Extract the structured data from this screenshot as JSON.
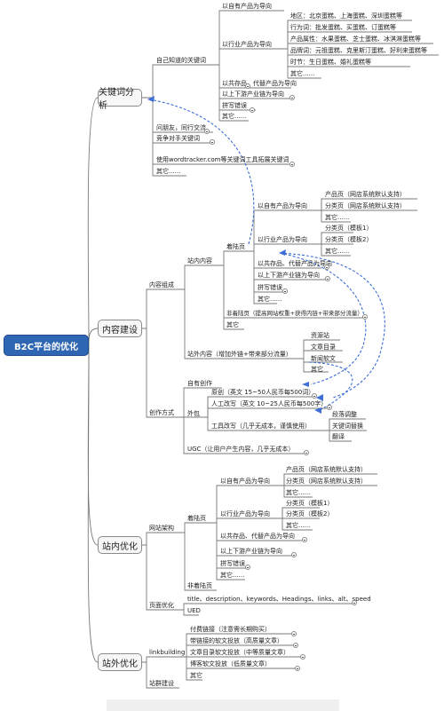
{
  "root": "B2C平台的优化",
  "level1": {
    "keyword_analysis": "关键词分析",
    "content_build": "内容建设",
    "onsite": "站内优化",
    "offsite": "站外优化"
  },
  "kw": {
    "known": "自己知道的关键词",
    "own_product": "以自有产品为导向",
    "industry_product": "以行业产品为导向",
    "region": "地区：北京蛋糕、上海蛋糕、深圳蛋糕等",
    "industry_word": "行为词：批发蛋糕、买蛋糕、订蛋糕等",
    "attribute": "产品属性：水果蛋糕、芝士蛋糕、冰淇淋蛋糕等",
    "brand": "品牌词：元祖蛋糕、克里斯汀蛋糕、好利来蛋糕等",
    "time": "时节：生日蛋糕、婚礼蛋糕等",
    "other": "其它......",
    "coexist": "以共存品、代替产品为导向",
    "chain": "以上下游产业链为导向",
    "typo": "拼写错误",
    "other2": "其它......",
    "ask": "问朋友，同行交流",
    "competitor": "竞争对手关键词",
    "tool": "使用wordtracker.com等关键词工具拓展关键词",
    "other3": "其它......"
  },
  "cb": {
    "content_group": "内容组成",
    "onsite_content": "站内内容",
    "landing": "着陆页",
    "own": "以自有产品为导向",
    "product_page": "产品页（网店系统默认支持）",
    "category_page": "分类页（网店系统默认支持）",
    "other": "其它......",
    "industry": "以行业产品为导向",
    "cat_tpl1": "分类页（模板1）",
    "cat_tpl2": "分类页（模板2）",
    "other_b": "其它......",
    "coexist": "以共存品、代替产品为导向",
    "chain": "以上下游产业链为导向",
    "typo": "拼写错误",
    "other_c": "其它......",
    "non_landing": "非着陆页（提高网站权重+获得内链+带来部分流量）",
    "other_d": "其它",
    "offsite_content": "站外内容（增加外链+带来部分流量）",
    "resource": "资源站",
    "article_dir": "文章目录",
    "news": "新闻软文",
    "other_e": "其它",
    "creation": "创作方式",
    "self": "自有创作",
    "outsource": "外包",
    "original": "原创（英文 15~50人民币每500词）",
    "manual": "人工改写（英文 10~25人民币每500字）",
    "tool_rewrite": "工具改写（几乎无成本，谨慎使用）",
    "para_adjust": "段落调整",
    "kw_replace": "关键词替换",
    "translate": "翻译",
    "ugc": "UGC（让用户产生内容，几乎无成本）"
  },
  "os": {
    "arch": "网站架构",
    "landing": "着陆页",
    "own": "以自有产品为导向",
    "product_page": "产品页（网店系统默认支持）",
    "category_page": "分类页（网店系统默认支持）",
    "other": "其它......",
    "industry": "以行业产品为导向",
    "cat_tpl1": "分类页（模板1）",
    "cat_tpl2": "分类页（模板2）",
    "other_b": "其它......",
    "coexist": "以共存品、代替产品为导向",
    "chain": "以上下游产业链为导向",
    "typo": "拼写错误",
    "other_c": "其它......",
    "non_landing": "非着陆页",
    "page_opt": "页面优化",
    "page_opt_items": "title、description、keywords、Headings、links、alt、speed",
    "ued": "UED"
  },
  "off": {
    "linkbuilding": "linkbuilding",
    "paid": "付费链接（注意需长期购买）",
    "anchor": "带链接的软文投放（高质量文章）",
    "article_dir": "文章目录软文投放（中等质量文章）",
    "blog": "博客软文投放（低质量文章）",
    "other": "其它",
    "site_group": "站群建设"
  }
}
